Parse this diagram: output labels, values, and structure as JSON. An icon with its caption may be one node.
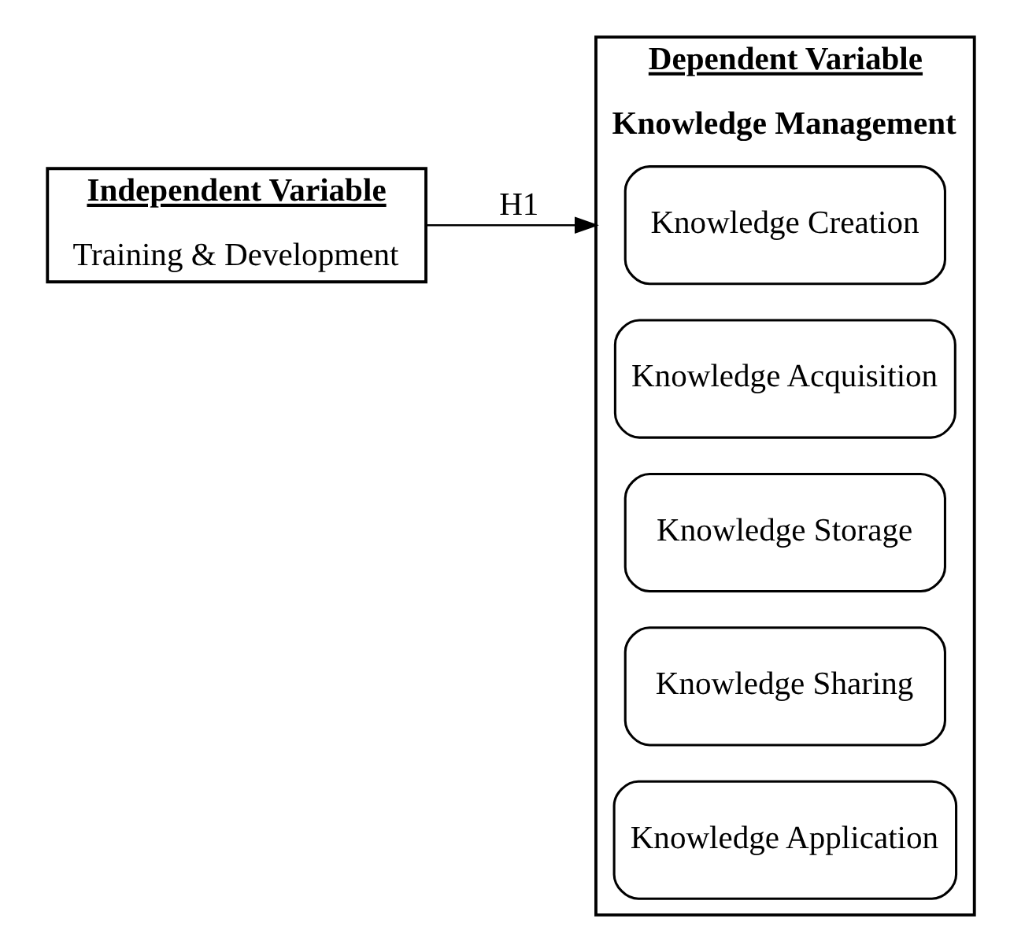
{
  "diagram": {
    "nodes": [
      {
        "text": [
          "Independent Variable",
          "Training & Development"
        ]
      },
      {
        "text": [
          "Dependent Variable",
          "Knowledge Management"
        ]
      },
      {
        "text": [
          "Knowledge Creation"
        ],
        "in": 1
      },
      {
        "text": [
          "Knowledge Acquisition"
        ],
        "in": 1
      },
      {
        "text": [
          "Knowledge Storage"
        ],
        "in": 1
      },
      {
        "text": [
          "Knowledge Sharing"
        ],
        "in": 1
      },
      {
        "text": [
          "Knowledge Application"
        ],
        "in": 1
      }
    ],
    "edges": [
      {
        "from": 0,
        "to": 1,
        "arrow": "to",
        "label": "H1"
      }
    ]
  }
}
